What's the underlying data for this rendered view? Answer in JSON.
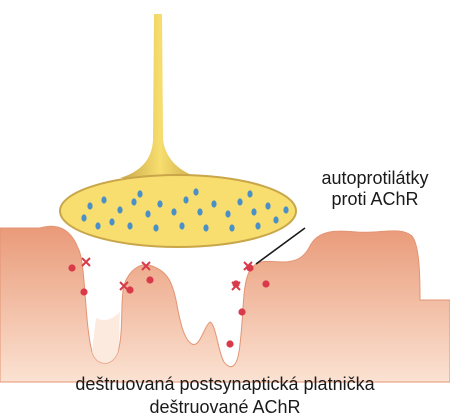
{
  "labels": {
    "autoantibodies_line1": "autoprotilátky",
    "autoantibodies_line2": "proti AChR",
    "destroyed_plate": "deštruovaná postsynaptická platnička",
    "destroyed_achr": "deštruované AChR"
  },
  "colors": {
    "terminal_fill": "#f7de6e",
    "terminal_stroke": "#c9a64a",
    "vesicle": "#4a90c8",
    "muscle_light": "#f9d2b8",
    "muscle_dark": "#e99a78",
    "receptor": "#d83a4a",
    "antibody": "#d83a4a"
  }
}
